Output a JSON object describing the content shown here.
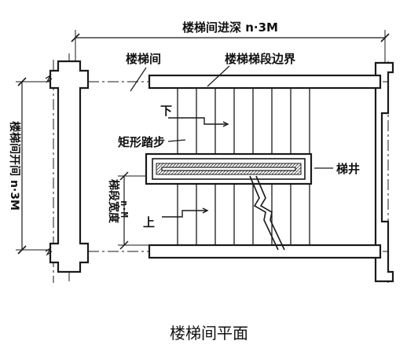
{
  "labels": {
    "depth_dim": "楼梯间进深 n·3M",
    "bay_dim": "楼梯间开间 n·3M",
    "stair_hall": "楼梯间",
    "flight_boundary": "楼梯梯段边界",
    "rect_tread": "矩形踏步",
    "down": "下",
    "up": "上",
    "well": "梯井",
    "flight_width": "梯段宽度",
    "flight_width_unit": "n·M"
  },
  "caption": "楼梯间平面",
  "colors": {
    "line": "#1a1a1a",
    "background": "#ffffff"
  }
}
